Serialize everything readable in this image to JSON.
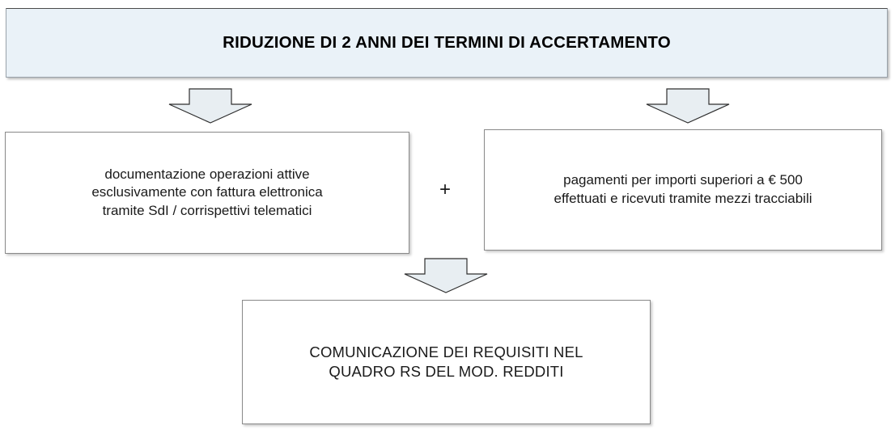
{
  "header": {
    "title": "RIDUZIONE DI 2 ANNI DEI TERMINI DI ACCERTAMENTO",
    "fill_color": "#eaf2f8",
    "border_color": "#9aa3ab"
  },
  "connector": {
    "plus_label": "+",
    "arrows": [
      {
        "name": "arrow-header-to-left-condition",
        "direction": "down"
      },
      {
        "name": "arrow-header-to-right-condition",
        "direction": "down"
      },
      {
        "name": "arrow-conditions-to-communication",
        "direction": "down"
      }
    ],
    "arrow_fill_color": "#e8eef2",
    "arrow_border_color": "#2e2e2e"
  },
  "conditions": [
    {
      "id": "left",
      "text": "documentazione operazioni attive\nesclusivamente con fattura elettronica\ntramite SdI / corrispettivi telematici"
    },
    {
      "id": "right",
      "text": "pagamenti per importi superiori a € 500\neffettuati e ricevuti tramite mezzi tracciabili"
    }
  ],
  "outcome": {
    "text": "COMUNICAZIONE DEI REQUISITI NEL\nQUADRO RS DEL MOD. REDDITI"
  }
}
